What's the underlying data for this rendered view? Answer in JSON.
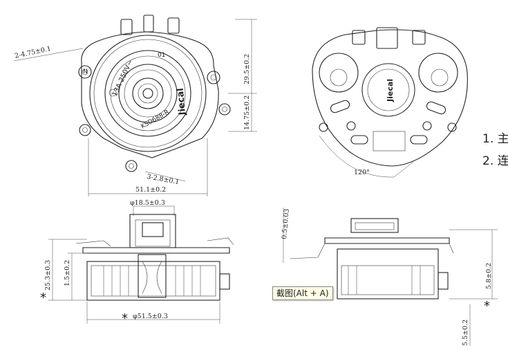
{
  "dimensions": {
    "top_pitch": "2-4.75±0.1",
    "top_height": "29.5±0.2",
    "mid_height": "14.75±0.2",
    "bottom_pitch": "3-2.8±0.1",
    "top_width": "51.1±0.2",
    "boss_dia": "φ18.5±0.3",
    "side_height_left": "25.3±0.3",
    "inner_height": "1.5±0.2",
    "base_dia": "φ51.5±0.3",
    "right_top": "0.5±0.03",
    "right_height": "5.8±0.2",
    "right_bottom": "5.5±0.2",
    "angle": "120°"
  },
  "markings": {
    "rating": "13A 250V~",
    "logo": "Jiecal",
    "model": "KSD688-R",
    "code": "01",
    "pole": "N"
  },
  "star_marks": [
    "*",
    "*",
    "*"
  ],
  "notes": [
    "1. 主",
    "2. 连"
  ],
  "tooltip": "截图(Alt + A)"
}
